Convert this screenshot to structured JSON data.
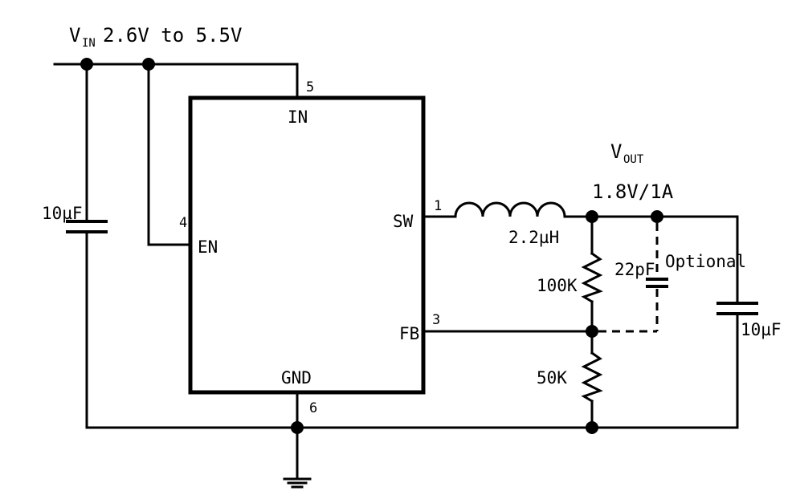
{
  "input": {
    "v": "V",
    "sub": "IN",
    "range": "2.6V to 5.5V"
  },
  "output": {
    "v": "V",
    "sub": "OUT",
    "rating": "1.8V/1A"
  },
  "ic": {
    "pins": {
      "in": {
        "label": "IN",
        "number": "5"
      },
      "en": {
        "label": "EN",
        "number": "4"
      },
      "sw": {
        "label": "SW",
        "number": "1"
      },
      "fb": {
        "label": "FB",
        "number": "3"
      },
      "gnd": {
        "label": "GND",
        "number": "6"
      }
    }
  },
  "components": {
    "cin": "10µF",
    "inductor": "2.2µH",
    "r_top": "100K",
    "r_bottom": "50K",
    "c_ff": "22pF",
    "c_ff_note": "Optional",
    "cout": "10µF"
  }
}
